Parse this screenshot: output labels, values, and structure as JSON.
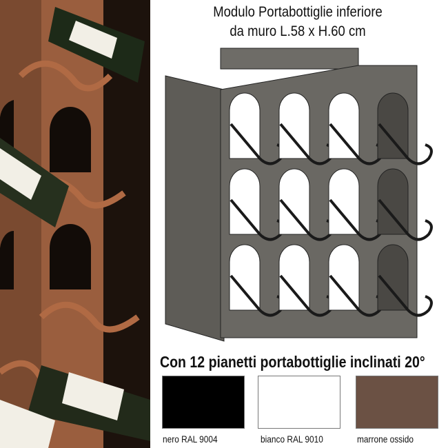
{
  "title": {
    "line1": "Modulo Portabottiglie inferiore",
    "line2": "da muro L.58 x H.60 cm"
  },
  "subtitle": "Con 12 pianetti portabottiglie inclinati 20°",
  "swatches": [
    {
      "label": "nero RAL 9004",
      "color": "#000000"
    },
    {
      "label": "bianco RAL 9010",
      "color": "#ffffff"
    },
    {
      "label": "marrone ossido",
      "color": "#6b5144"
    }
  ]
}
